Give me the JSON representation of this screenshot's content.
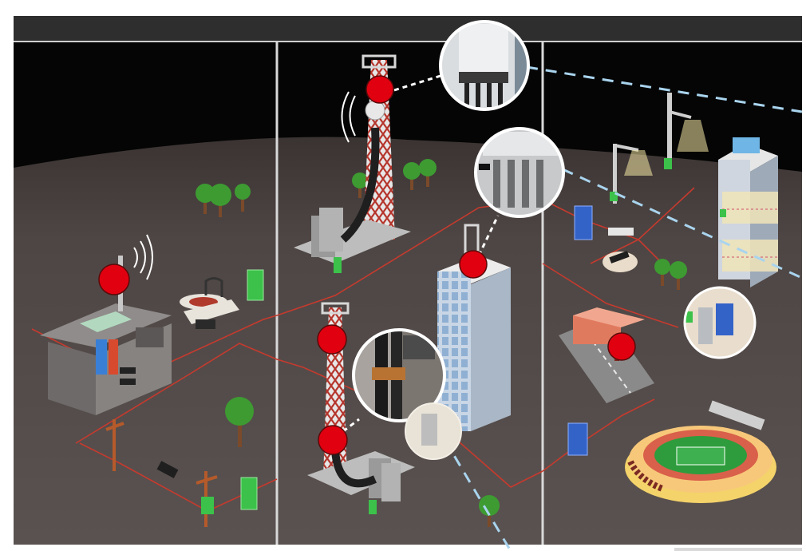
{
  "diagram": {
    "panels": [
      "rural-site",
      "tower-sites",
      "urban-site"
    ],
    "colors": {
      "sky": "#050505",
      "ground": "#4f4745",
      "top_bar": "#2b2b2b",
      "divider": "#d9d9d9",
      "cable": "#c63a2e",
      "marker": "#e00010",
      "callout_border": "#ffffff",
      "dashed_link": "#a9d4ee",
      "tower_red": "#b5352c",
      "tower_white": "#e6e6e6",
      "box_green": "#3cc24a",
      "box_blue": "#3463c8",
      "tree": "#3d9b32",
      "field": "#2e9c3c"
    },
    "markers": [
      {
        "id": "house-antenna"
      },
      {
        "id": "tower-top-antenna"
      },
      {
        "id": "building-rooftop"
      },
      {
        "id": "tower-mid"
      },
      {
        "id": "tower-base-cable"
      },
      {
        "id": "roadside-cabinet"
      }
    ],
    "callouts": [
      {
        "id": "antenna-connectors-closeup"
      },
      {
        "id": "rrh-cable-glands-closeup"
      },
      {
        "id": "cable-clamp-closeup"
      },
      {
        "id": "equipment-room-closeup"
      },
      {
        "id": "building-base-closeup"
      }
    ],
    "icons": [
      "cell-tower-icon",
      "rooftop-antenna-icon",
      "street-light-icon",
      "stadium-icon",
      "tree-icon",
      "power-pole-icon",
      "equipment-rack-icon",
      "manhole-icon",
      "wifi-signal-icon"
    ]
  }
}
